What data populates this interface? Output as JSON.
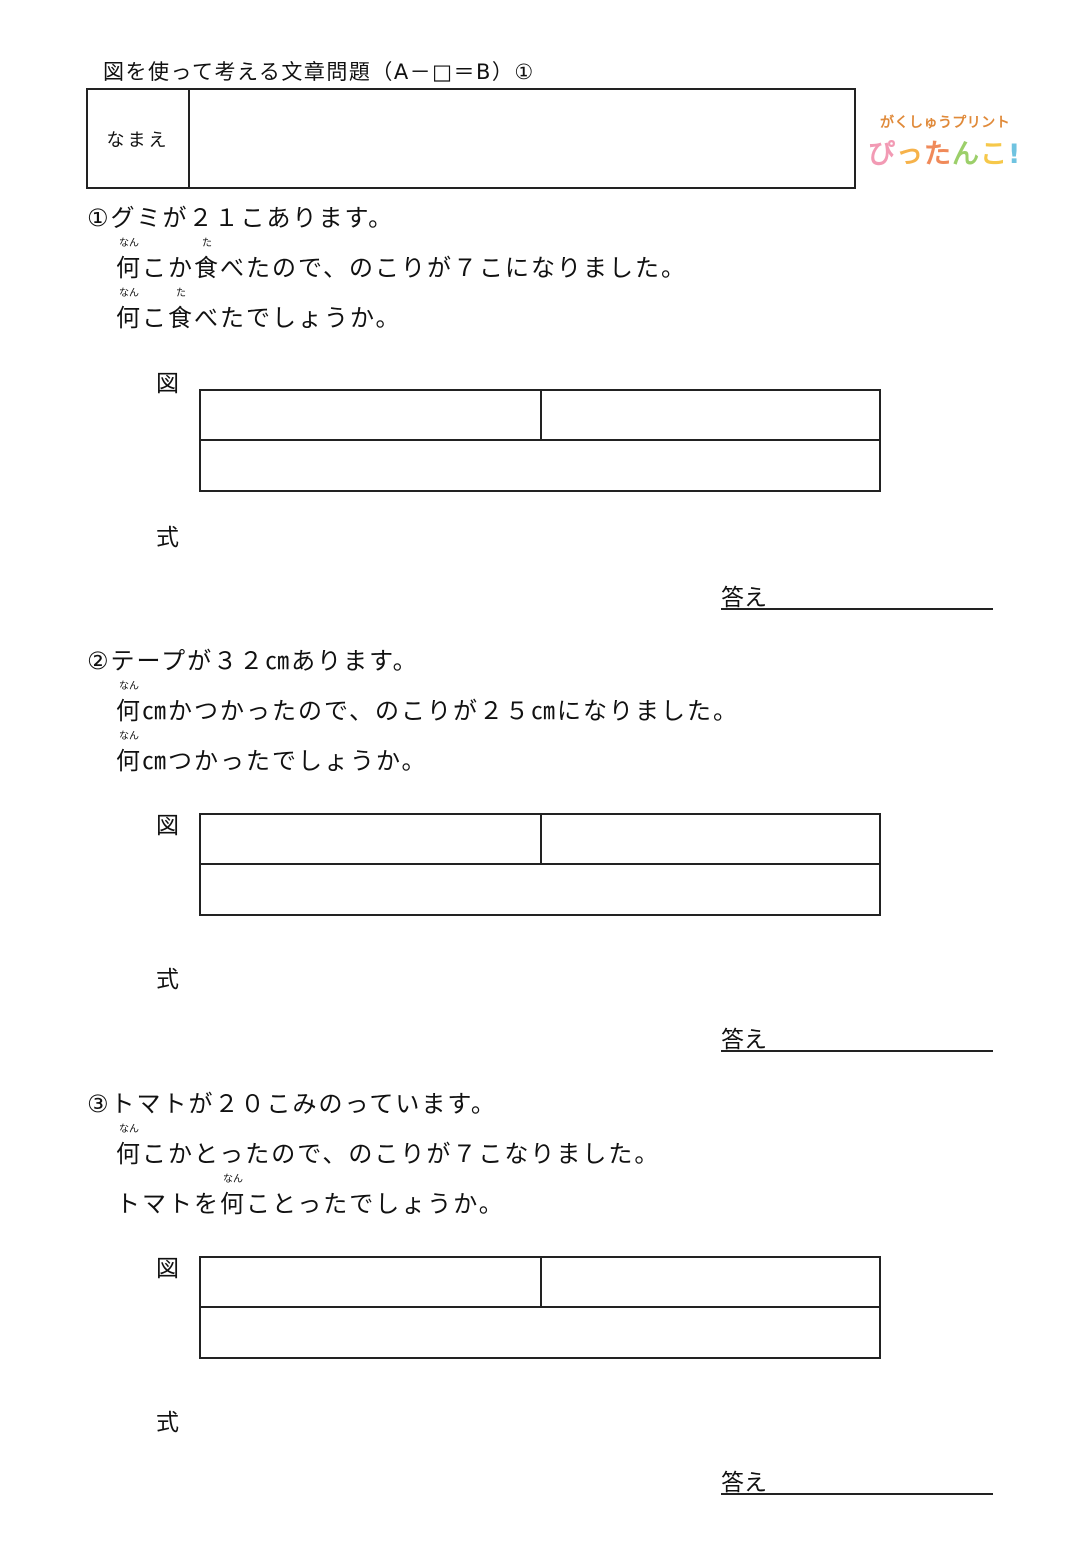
{
  "header": {
    "title": "図を使って考える文章問題（A－□＝B）①",
    "name_label": "なまえ"
  },
  "logo": {
    "top_text": "がくしゅうプリント",
    "main_chars": [
      {
        "ch": "ぴ",
        "color": "#f29ab4"
      },
      {
        "ch": "っ",
        "color": "#f6b24a"
      },
      {
        "ch": "た",
        "color": "#f08a5a"
      },
      {
        "ch": "ん",
        "color": "#9ccf6a"
      },
      {
        "ch": "こ",
        "color": "#f6c84a"
      },
      {
        "ch": "!",
        "color": "#6fc3e0"
      }
    ]
  },
  "labels": {
    "figure": "図",
    "formula": "式",
    "answer": "答え"
  },
  "problems": [
    {
      "number": "①",
      "line1": "グミが２１こあります。",
      "line2": [
        {
          "t": "何",
          "ruby": "なん"
        },
        {
          "t": "こか"
        },
        {
          "t": "食",
          "ruby": "た"
        },
        {
          "t": "べたので、のこりが７こになりました。"
        }
      ],
      "line3": [
        {
          "t": "何",
          "ruby": "なん"
        },
        {
          "t": "こ"
        },
        {
          "t": "食",
          "ruby": "た"
        },
        {
          "t": "べたでしょうか。"
        }
      ]
    },
    {
      "number": "②",
      "line1": "テープが３２㎝あります。",
      "line2": [
        {
          "t": "何",
          "ruby": "なん"
        },
        {
          "t": "㎝かつかったので、のこりが２５㎝になりました。"
        }
      ],
      "line3": [
        {
          "t": "何",
          "ruby": "なん"
        },
        {
          "t": "㎝つかったでしょうか。"
        }
      ]
    },
    {
      "number": "③",
      "line1": "トマトが２０こみのっています。",
      "line2": [
        {
          "t": "何",
          "ruby": "なん"
        },
        {
          "t": "こかとったので、のこりが７こなりました。"
        }
      ],
      "line3": [
        {
          "t": "トマトを"
        },
        {
          "t": "何",
          "ruby": "なん"
        },
        {
          "t": "ことったでしょうか。"
        }
      ]
    }
  ]
}
